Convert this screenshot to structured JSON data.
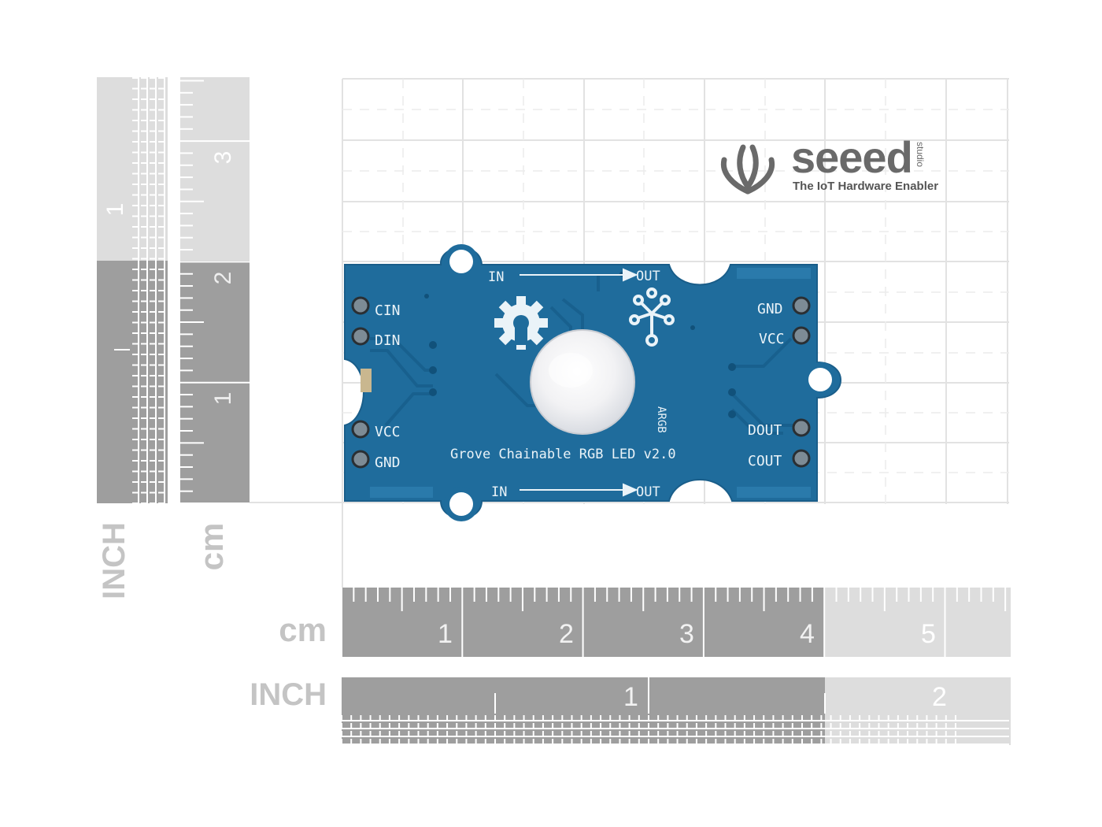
{
  "logo": {
    "brand": "seeed",
    "brand_small": "studio",
    "tagline": "The IoT Hardware Enabler"
  },
  "board": {
    "title": "Grove Chainable RGB LED v2.0",
    "top_in": "IN",
    "top_out": "OUT",
    "bottom_in": "IN",
    "bottom_out": "OUT",
    "left_pins": [
      "CIN",
      "DIN",
      "VCC",
      "GND"
    ],
    "right_pins": [
      "GND",
      "VCC",
      "DOUT",
      "COUT"
    ],
    "led_label": "ARGB",
    "colors": {
      "pcb": "#1f6c9c",
      "pcb_dark": "#15557f",
      "silk": "#eaf3f8",
      "ruler_dark": "#9e9e9e",
      "ruler_light": "#dddddd"
    }
  },
  "rulers": {
    "bottom_cm_label": "cm",
    "bottom_cm_numbers": [
      "1",
      "2",
      "3",
      "4",
      "5"
    ],
    "bottom_inch_label": "INCH",
    "bottom_inch_numbers": [
      "1",
      "2"
    ],
    "left_inch_label": "INCH",
    "left_inch_numbers": [
      "1"
    ],
    "left_cm_label": "cm",
    "left_cm_numbers": [
      "3",
      "2",
      "1"
    ]
  }
}
